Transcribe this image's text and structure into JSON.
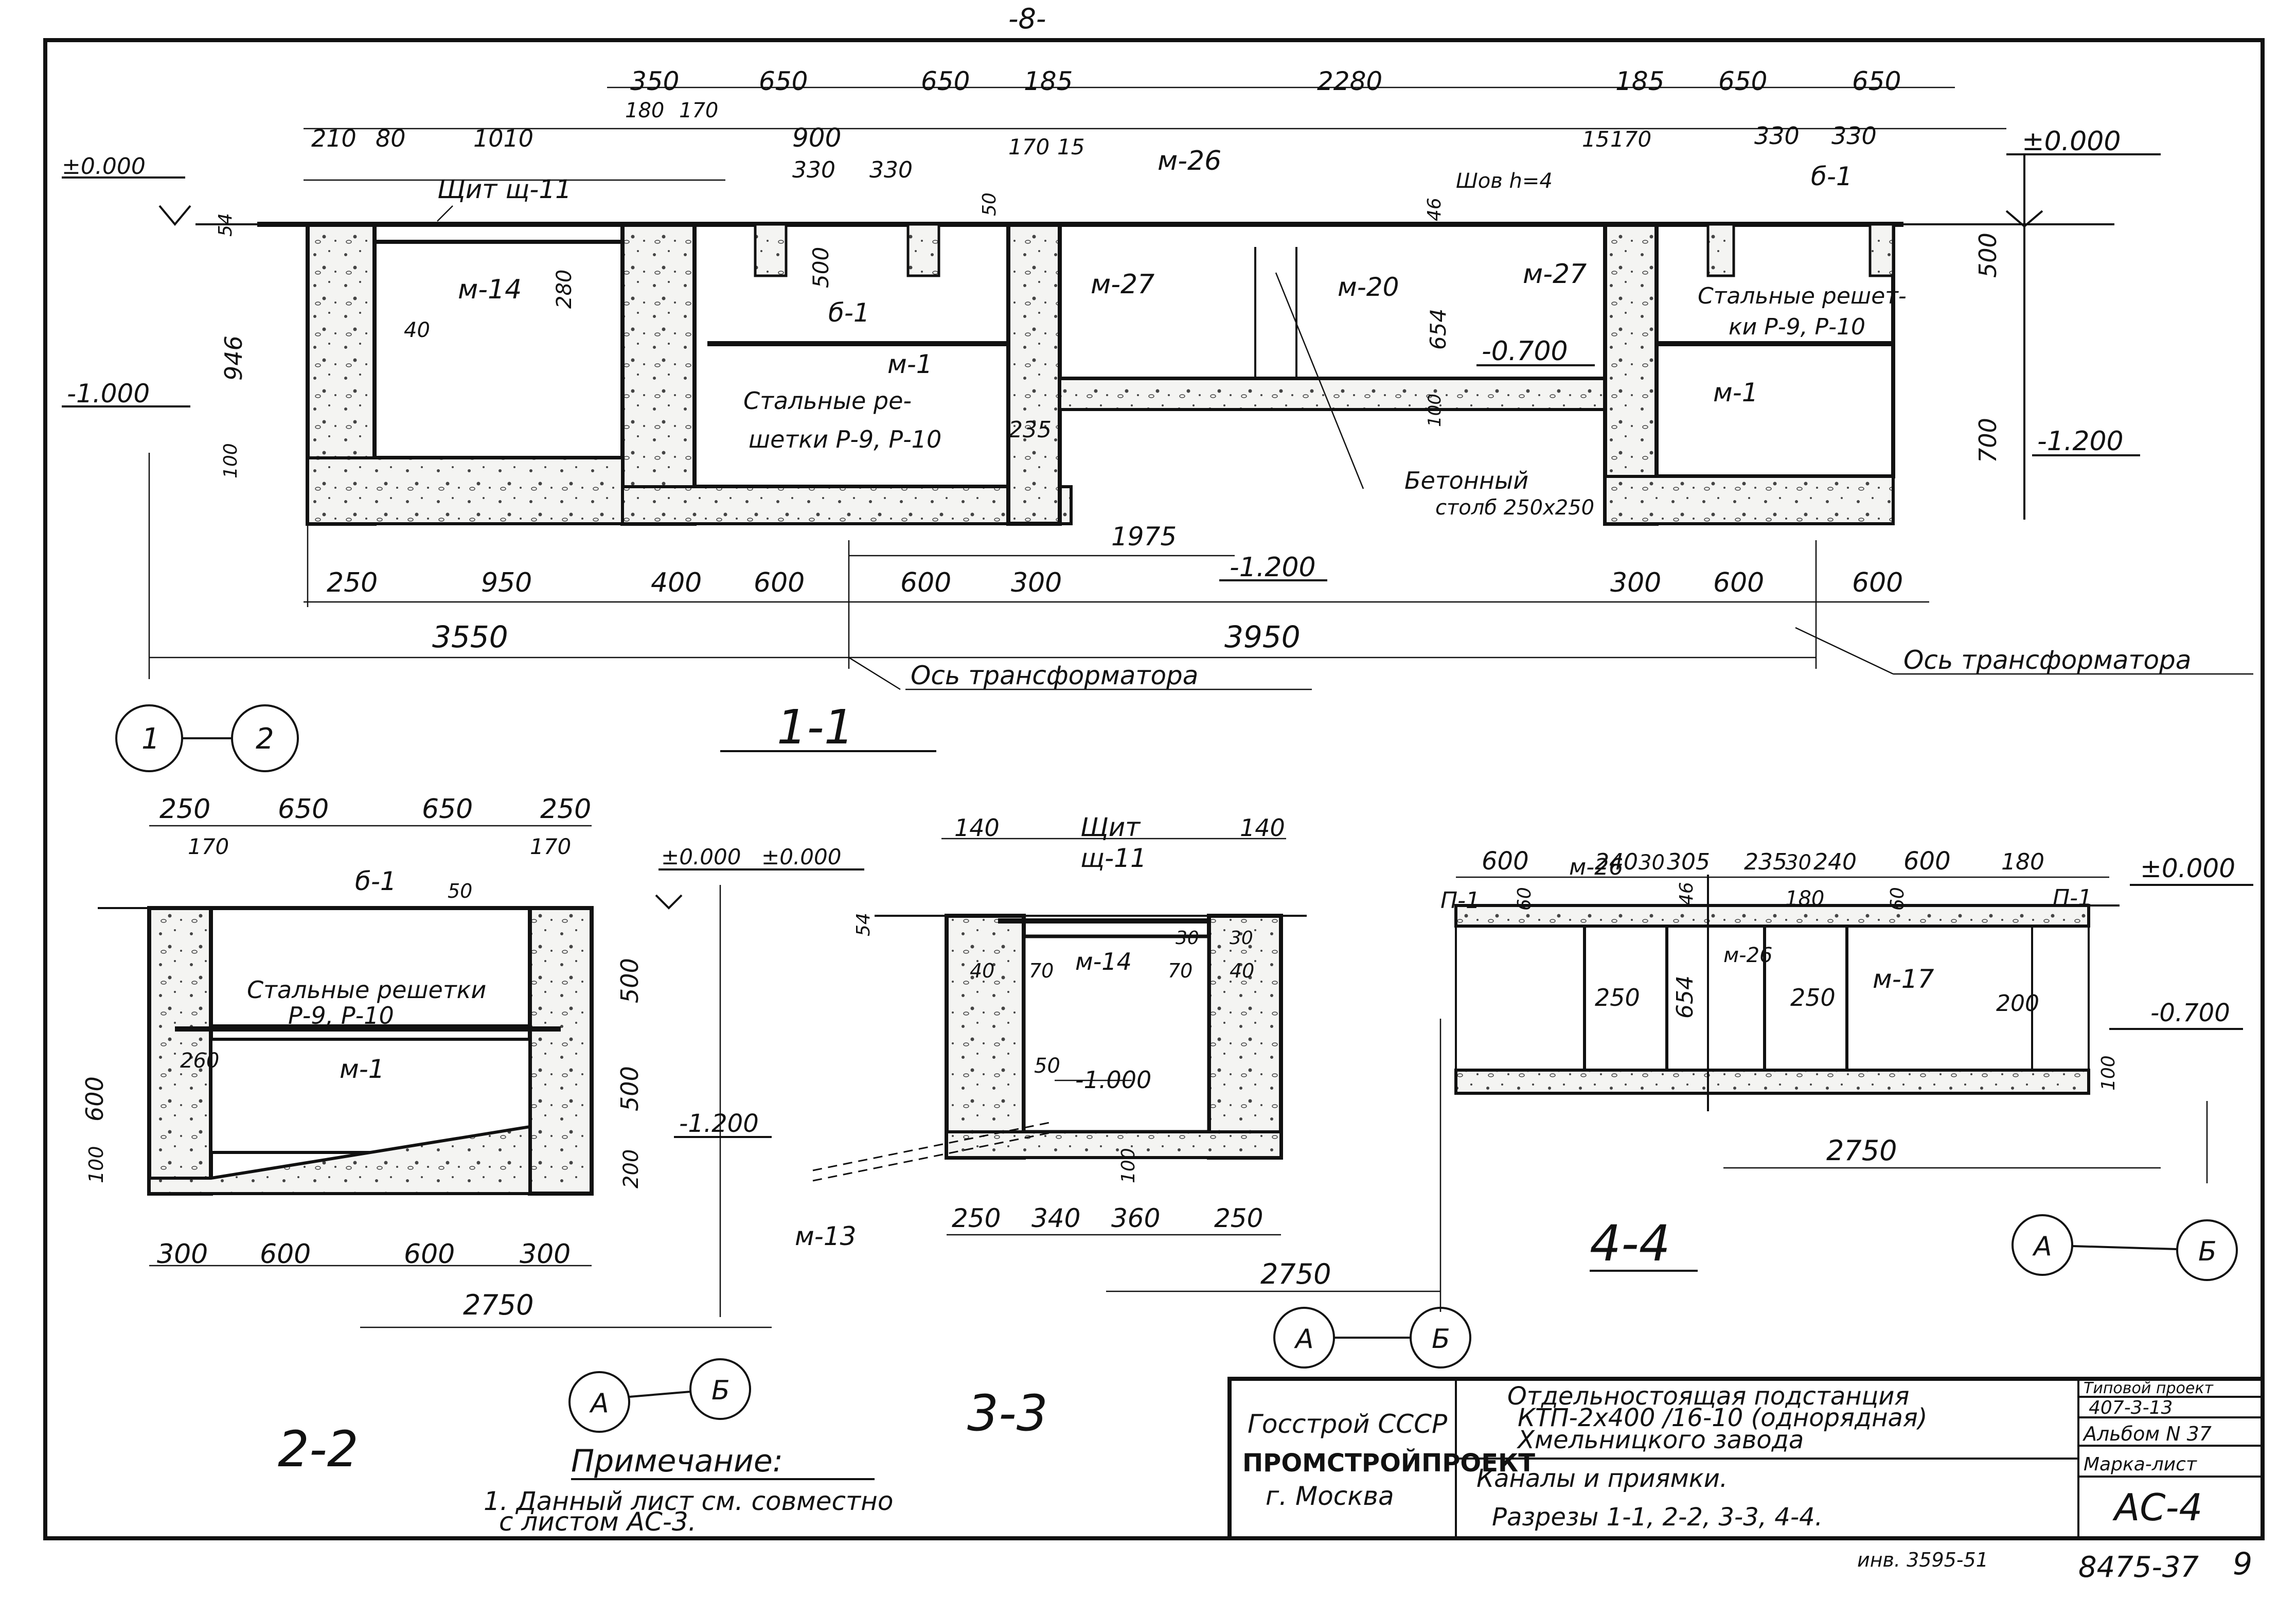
{
  "page_number": "-8-",
  "section_1_1": {
    "title": "1-1",
    "levels": [
      "±0.000",
      "±0.000",
      "-1.000",
      "-1.200",
      "-0.700",
      "-1.200"
    ],
    "top_dims": [
      "350",
      "650",
      "650",
      "185",
      "2280",
      "185",
      "650",
      "650"
    ],
    "second_dims": [
      "210",
      "80",
      "1010",
      "180",
      "170",
      "900",
      "170",
      "15",
      "15",
      "170",
      "330",
      "330"
    ],
    "third_dims": [
      "330",
      "330"
    ],
    "small_dims": [
      "54",
      "946",
      "100",
      "280",
      "40",
      "50",
      "500",
      "46",
      "654",
      "100",
      "500",
      "700",
      "235",
      "1975"
    ],
    "bottom_dims": [
      "250",
      "950",
      "400",
      "600",
      "600",
      "300",
      "300",
      "600",
      "600"
    ],
    "overall_dims": [
      "3550",
      "3950"
    ],
    "labels": {
      "shield": "Щит щ-11",
      "m26": "м-26",
      "m14": "м-14",
      "b1a": "б-1",
      "b1b": "б-1",
      "m1a": "м-1",
      "m1b": "м-1",
      "m27a": "м-27",
      "m27b": "м-27",
      "m20": "м-20",
      "seam": "Шов h=4",
      "grate_a1": "Стальные ре-",
      "grate_a2": "шетки Р-9, Р-10",
      "grate_b1": "Стальные решет-",
      "grate_b2": "ки Р-9, Р-10",
      "pillar1": "Бетонный",
      "pillar2": "столб 250х250",
      "transformer_axis_1": "Ось трансформатора",
      "transformer_axis_2": "Ось трансформатора"
    },
    "axes": [
      "1",
      "2"
    ]
  },
  "section_2_2": {
    "title": "2-2",
    "levels": [
      "±0.000",
      "±0.000",
      "-1.200"
    ],
    "top_dims": [
      "250",
      "650",
      "650",
      "250"
    ],
    "small_dims": [
      "170",
      "170",
      "50",
      "260",
      "600",
      "100",
      "500",
      "500",
      "200"
    ],
    "bottom_dims": [
      "300",
      "600",
      "600",
      "300"
    ],
    "overall": "2750",
    "labels": {
      "b1": "б-1",
      "grate1": "Стальные решетки",
      "grate2": "Р-9, Р-10",
      "m1": "м-1"
    },
    "axes": [
      "А",
      "Б"
    ]
  },
  "section_3_3": {
    "title": "3-3",
    "top_dims": [
      "140",
      "140"
    ],
    "small_dims": [
      "54",
      "40",
      "70",
      "30",
      "30",
      "70",
      "40",
      "50",
      "100"
    ],
    "bottom_dims": [
      "250",
      "340",
      "360",
      "250"
    ],
    "overall": "2750",
    "levels": [
      "-1.000"
    ],
    "labels": {
      "shield1": "Щит",
      "shield2": "щ-11",
      "m14": "м-14",
      "m13": "м-13"
    },
    "axes": [
      "А",
      "Б"
    ]
  },
  "section_4_4": {
    "title": "4-4",
    "top_dims": [
      "600",
      "240",
      "30",
      "305",
      "235",
      "30",
      "240",
      "600",
      "180"
    ],
    "small_dims": [
      "60",
      "46",
      "654",
      "180",
      "60",
      "250",
      "250",
      "200",
      "100"
    ],
    "levels": [
      "±0.000",
      "-0.700"
    ],
    "overall": "2750",
    "labels": {
      "p1a": "П-1",
      "p1b": "П-1",
      "m26a": "м-26",
      "m26b": "м-26",
      "m17": "м-17"
    },
    "axes": [
      "А",
      "Б"
    ]
  },
  "notes": {
    "title": "Примечание:",
    "line1": "1. Данный лист см. совместно",
    "line2": "с листом АС-3."
  },
  "title_block": {
    "org1": "Госстрой СССР",
    "org2": "ПРОМСТРОЙПРОЕКТ",
    "org3": "г. Москва",
    "desc1": "Отдельностоящая подстанция",
    "desc2": "КТП-2х400 /16-10 (однорядная)",
    "desc3": "Хмельницкого завода",
    "desc4": "Каналы и приямки.",
    "desc5": "Разрезы 1-1, 2-2, 3-3, 4-4.",
    "r1": "Типовой проект",
    "r2": "407-3-13",
    "r3": "Альбом N 37",
    "r4": "Марка-лист",
    "r5": "АС-4"
  },
  "footer": {
    "inventory": "инв. 3595-51",
    "sheet_code": "8475-37",
    "sheet_num": "9"
  }
}
